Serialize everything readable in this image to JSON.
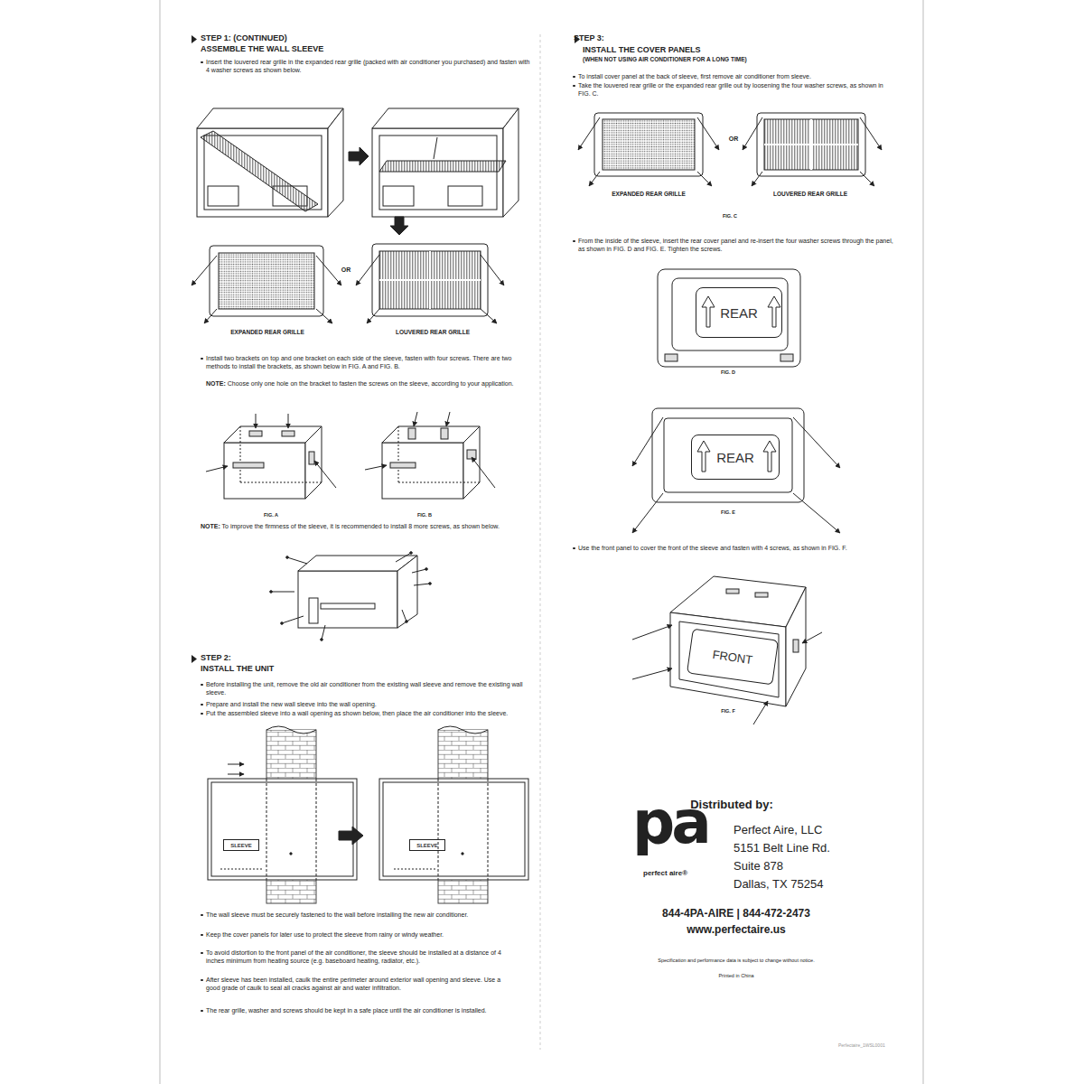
{
  "diagram": {
    "nodes": [
      {
        "text": [
          "SLEEVE"
        ]
      },
      {
        "text": [
          "SLEEVE"
        ]
      },
      {
        "text": [
          "REAR"
        ]
      },
      {
        "text": [
          "REAR"
        ]
      },
      {
        "text": [
          "FRONT"
        ]
      }
    ],
    "labels": [
      "STEP 1: (CONTINUED)",
      "ASSEMBLE THE WALL SLEEVE",
      "Insert the louvered rear grille in the expanded rear grille (packed with air conditioner you purchased) and fasten with 4 washer screws as shown below.",
      "OR",
      "EXPANDED REAR GRILLE",
      "LOUVERED REAR GRILLE",
      "Install two brackets on top and one bracket on each side of the sleeve, fasten with four screws. There are two methods to install the brackets, as shown below in FIG. A and FIG. B.",
      "NOTE:",
      " Choose only one hole on the bracket to fasten the screws on the sleeve, according to your application.",
      "FIG. A",
      "FIG. B",
      "NOTE:",
      " To improve the firmness of the sleeve, it is recommended to install 8 more screws, as shown below.",
      "STEP 2:",
      "INSTALL THE UNIT",
      "Before installing the unit, remove the old air conditioner from the existing wall sleeve and remove the existing wall sleeve.",
      "Prepare and install the new wall sleeve into the wall opening.",
      "Put the assembled sleeve into a wall opening as shown below, then place the air conditioner into the sleeve.",
      "The wall sleeve must be securely fastened to the wall before installing the new air conditioner.",
      "Keep the cover panels for later use to protect the sleeve from rainy or windy weather.",
      "To avoid distortion to the front panel of the air conditioner, the sleeve should be installed at a distance of 4 inches minimum from heating source (e.g. baseboard heating, radiator, etc.).",
      "After sleeve has been installed, caulk the entire perimeter around exterior wall opening and sleeve. Use a good grade of caulk to seal all cracks against air and water infiltration.",
      "The rear grille, washer and screws should be kept in a safe place until the air conditioner is installed.",
      "STEP 3:",
      "INSTALL THE COVER PANELS",
      "(WHEN NOT USING AIR CONDITIONER FOR A LONG TIME)",
      "To install cover panel at the back of sleeve, first remove air conditioner from sleeve.",
      "Take the louvered rear grille or the expanded rear grille out by loosening the four washer screws, as shown in FIG. C.",
      "OR",
      "EXPANDED REAR GRILLE",
      "LOUVERED REAR GRILLE",
      "FIG. C",
      "From the inside of the sleeve, insert the rear cover panel and re-insert the four washer screws through the panel, as shown in FIG. D and FIG. E. Tighten the screws.",
      "FIG. D",
      "FIG. E",
      "Use the front panel to cover the front of the sleeve and fasten with 4 screws, as shown in FIG. F.",
      "FIG. F",
      "Distributed by:",
      "pa",
      "perfect aire®",
      "Perfect Aire, LLC",
      "5151 Belt Line Rd.",
      "Suite 878",
      "Dallas, TX 75254",
      "844-4PA-AIRE | 844-472-2473",
      "www.perfectaire.us",
      "Specification and performance data is subject to change without notice.",
      "Printed in China",
      "Perfectaire_1WSL0001"
    ]
  }
}
